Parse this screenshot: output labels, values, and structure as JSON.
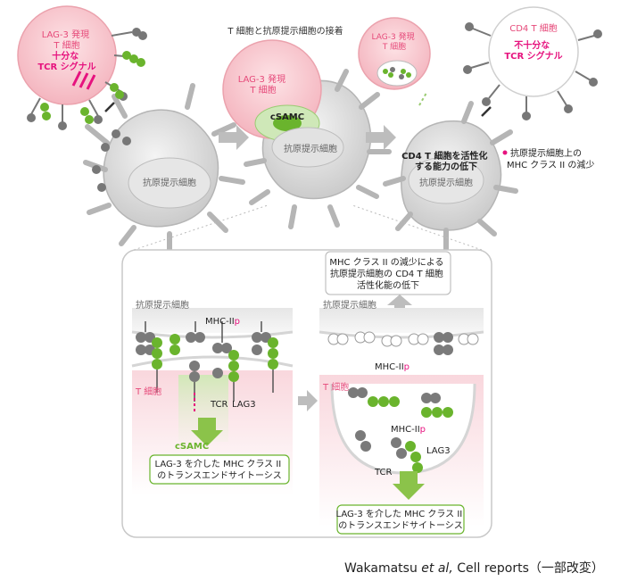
{
  "top": {
    "contact_title": "T 細胞と抗原提示細胞の接着",
    "cell1": {
      "tcell_label_lines": [
        "LAG-3 発現",
        "T 細胞"
      ],
      "signal_lines": [
        "十分な",
        "TCR シグナル"
      ],
      "apc_label": "抗原提示細胞"
    },
    "cell2": {
      "tcell_label_lines": [
        "LAG-3 発現",
        "T 細胞"
      ],
      "csamc_label": "cSAMC",
      "apc_label": "抗原提示細胞"
    },
    "cell3": {
      "small_tcell_lines": [
        "LAG-3 発現",
        "T 細胞"
      ],
      "cd4_lines": [
        "CD4 T 細胞"
      ],
      "insufficient_lines": [
        "不十分な",
        "TCR シグナル"
      ],
      "reduced_lines": [
        "CD4 T 細胞を活性化",
        "する能力の低下"
      ],
      "apc_label": "抗原提示細胞",
      "mhc_reduction_lines": [
        "抗原提示細胞上の",
        "MHC クラス II の減少"
      ]
    }
  },
  "bottom": {
    "left": {
      "apc_label": "抗原提示細胞",
      "mhc_label": "MHC-II",
      "mhc_suffix": "p",
      "tcell_label": "T 細胞",
      "tcr_label": "TCR",
      "lag3_label": "LAG3",
      "csamc_label": "cSAMC",
      "box_lines": [
        "LAG-3 を介した MHC クラス II",
        "のトランスエンドサイトーシス"
      ]
    },
    "right": {
      "result_lines": [
        "MHC クラス II の減少による",
        "抗原提示細胞の CD4 T 細胞",
        "活性化能の低下"
      ],
      "apc_label": "抗原提示細胞",
      "mhc_label": "MHC-II",
      "mhc_suffix": "p",
      "tcell_label": "T 細胞",
      "mhc_label2": "MHC-II",
      "tcr_label": "TCR",
      "lag3_label": "LAG3",
      "box_lines": [
        "LAG-3 を介した MHC クラス II",
        "のトランスエンドサイトーシス"
      ]
    }
  },
  "citation": {
    "author": "Wakamatsu ",
    "etal": "et al,",
    "rest": " Cell reports（一部改変）"
  },
  "colors": {
    "pink": "#e64a7a",
    "magenta": "#e6127e",
    "green": "#6ab42d",
    "gray_cell": "#d9d9d9",
    "arrow": "#bdbdbd"
  }
}
